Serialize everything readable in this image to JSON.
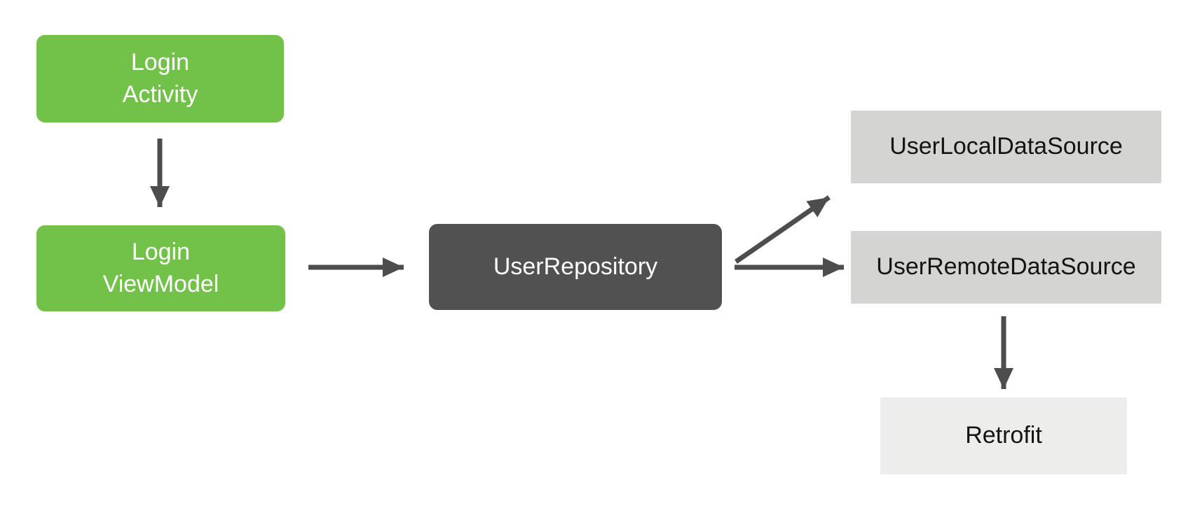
{
  "diagram": {
    "type": "architecture-flow",
    "background_color": "#FFFFFF",
    "arrow_color": "#4D4D4D",
    "nodes": {
      "login_activity": {
        "label_line1": "Login",
        "label_line2": "Activity",
        "fill_color": "#72C24A",
        "text_color": "#FFFFFF",
        "shape": "rounded-rect"
      },
      "login_viewmodel": {
        "label_line1": "Login",
        "label_line2": "ViewModel",
        "fill_color": "#72C24A",
        "text_color": "#FFFFFF",
        "shape": "rounded-rect"
      },
      "user_repository": {
        "label": "UserRepository",
        "fill_color": "#515151",
        "text_color": "#FFFFFF",
        "shape": "rounded-rect"
      },
      "user_local_data_source": {
        "label": "UserLocalDataSource",
        "fill_color": "#D4D4D2",
        "text_color": "#141414",
        "shape": "rect"
      },
      "user_remote_data_source": {
        "label": "UserRemoteDataSource",
        "fill_color": "#D4D4D2",
        "text_color": "#141414",
        "shape": "rect"
      },
      "retrofit": {
        "label": "Retrofit",
        "fill_color": "#EDEDEC",
        "text_color": "#141414",
        "shape": "rect"
      }
    },
    "edges": [
      {
        "from": "login_activity",
        "to": "login_viewmodel",
        "direction": "down"
      },
      {
        "from": "login_viewmodel",
        "to": "user_repository",
        "direction": "right"
      },
      {
        "from": "user_repository",
        "to": "user_local_data_source",
        "direction": "up-right"
      },
      {
        "from": "user_repository",
        "to": "user_remote_data_source",
        "direction": "right"
      },
      {
        "from": "user_remote_data_source",
        "to": "retrofit",
        "direction": "down"
      }
    ]
  }
}
